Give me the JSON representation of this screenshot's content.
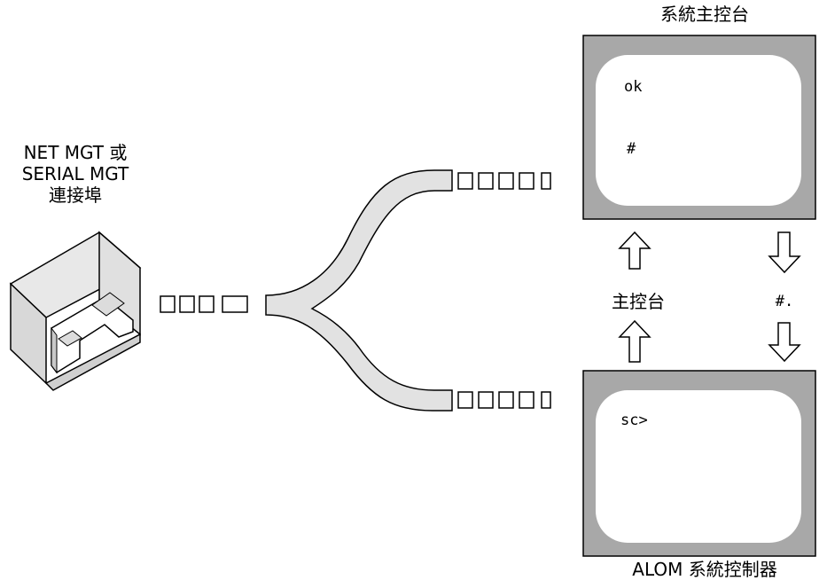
{
  "port": {
    "label_line1": "NET MGT 或",
    "label_line2": "SERIAL MGT",
    "label_line3": "連接埠"
  },
  "system_console": {
    "title": "系統主控台",
    "ok_prompt": "ok",
    "hash_prompt": "#"
  },
  "alom": {
    "title": "ALOM 系統控制器",
    "prompt": "sc>"
  },
  "switching": {
    "to_console_label": "主控台",
    "to_alom_label": "#."
  }
}
